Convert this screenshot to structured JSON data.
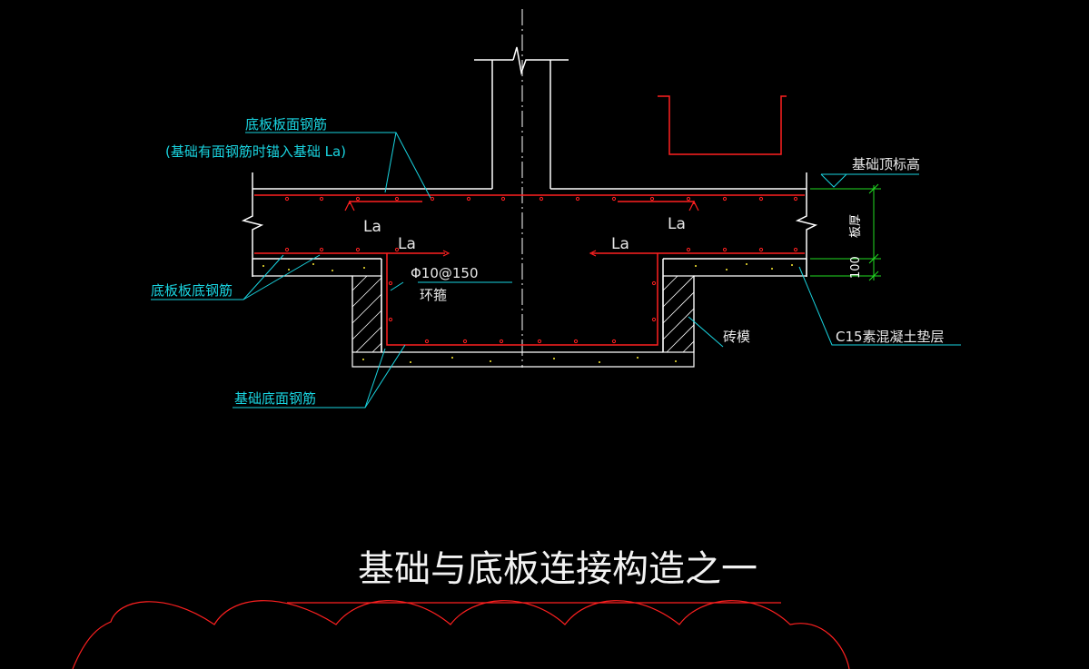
{
  "colors": {
    "background": "#000000",
    "structure": "#ffffff",
    "rebar": "#ff2020",
    "leader": "#19d4e0",
    "dimension": "#22dd22",
    "cloud": "#ff2020",
    "hatch": "#ffffff",
    "aggregate": "#ffee33"
  },
  "labels": {
    "top_rebar_line1": "底板板面钢筋",
    "top_rebar_line2": "(基础有面钢筋时锚入基础 La)",
    "bottom_slab_rebar": "底板板底钢筋",
    "foundation_bottom_rebar": "基础底面钢筋",
    "stirrup_spec": "Φ10@150",
    "stirrup_name": "环箍",
    "brick_form": "砖模",
    "cushion": "C15素混凝土垫层",
    "top_elevation": "基础顶标高",
    "slab_thickness": "板厚",
    "cushion_thickness": "100",
    "la_upper_left": "La",
    "la_lower_left": "La",
    "la_upper_right": "La",
    "la_lower_right": "La"
  },
  "title": "基础与底板连接构造之一"
}
